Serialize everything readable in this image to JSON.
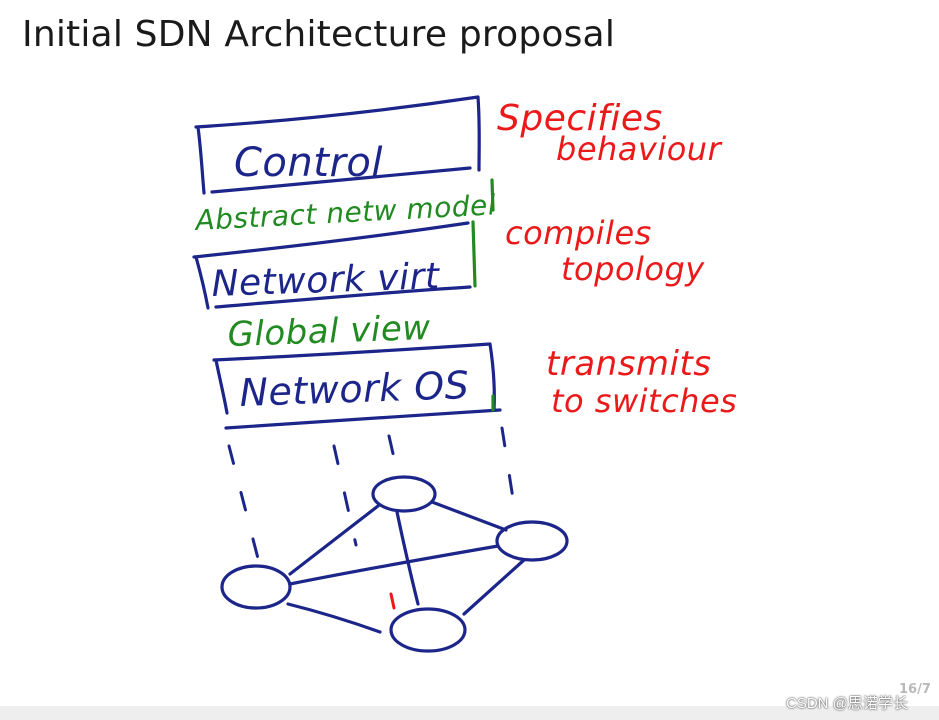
{
  "slide": {
    "title": "Initial SDN Architecture proposal",
    "page_number": "16/7",
    "watermark": "CSDN @思诺学长"
  },
  "diagram": {
    "layers": [
      {
        "id": "control",
        "label": "Control"
      },
      {
        "id": "network-virt",
        "label": "Network virt"
      },
      {
        "id": "network-os",
        "label": "Network OS"
      }
    ],
    "interfaces": [
      {
        "id": "abstract",
        "label": "Abstract netw model"
      },
      {
        "id": "global",
        "label": "Global view"
      }
    ],
    "annotations": [
      {
        "id": "specifies",
        "lines": [
          "Specifies",
          "behaviour"
        ]
      },
      {
        "id": "compiles",
        "lines": [
          "compiles",
          "topology"
        ]
      },
      {
        "id": "transmits",
        "lines": [
          "transmits",
          "to switches"
        ]
      }
    ],
    "switch_count": 4
  },
  "colors": {
    "layer_ink": "#1c2589",
    "interface_ink": "#218a21",
    "annotation_ink": "#ea1a1a",
    "title_text": "#1a1a1a"
  }
}
